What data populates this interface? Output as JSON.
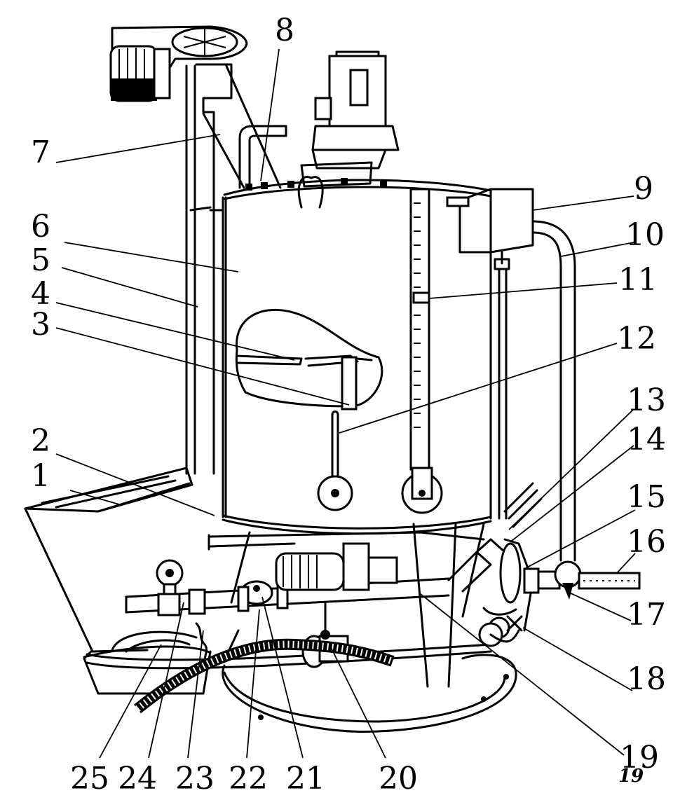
{
  "labels": {
    "l1": "1",
    "l2": "2",
    "l3": "3",
    "l4": "4",
    "l5": "5",
    "l6": "6",
    "l7": "7",
    "l8": "8",
    "l9": "9",
    "l10": "10",
    "l11": "11",
    "l12": "12",
    "l13": "13",
    "l14": "14",
    "l15": "15",
    "l16": "16",
    "l17": "17",
    "l18": "18",
    "l19": "19",
    "l20": "20",
    "l21": "21",
    "l22": "22",
    "l23": "23",
    "l24": "24",
    "l25": "25"
  },
  "signature": "19"
}
